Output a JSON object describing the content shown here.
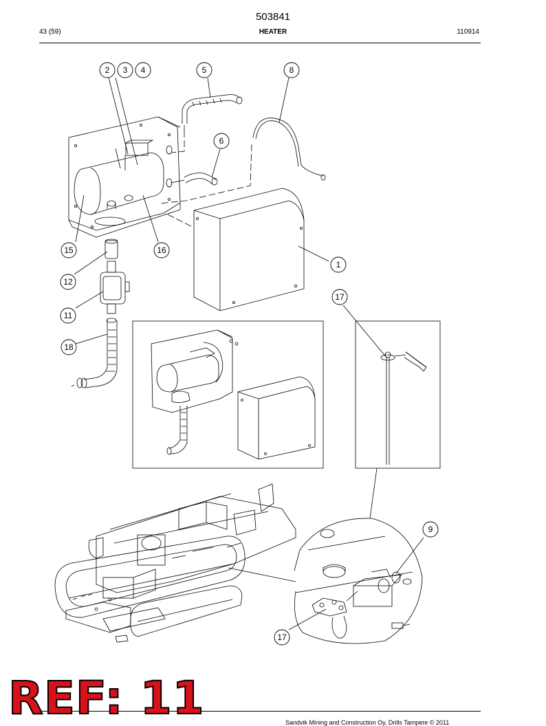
{
  "header": {
    "doc_number": "503841",
    "page": "43 (59)",
    "title": "HEATER",
    "date_code": "110914"
  },
  "footer": {
    "copyright": "Sandvik Mining and Construction Oy, Drills Tampere © 2011"
  },
  "stamp": {
    "ref_label": "REF: 11",
    "ref_color": "#d8121b"
  },
  "callouts": [
    "2",
    "3",
    "4",
    "5",
    "8",
    "6",
    "15",
    "16",
    "1",
    "12",
    "17",
    "11",
    "18",
    "9",
    "17"
  ]
}
